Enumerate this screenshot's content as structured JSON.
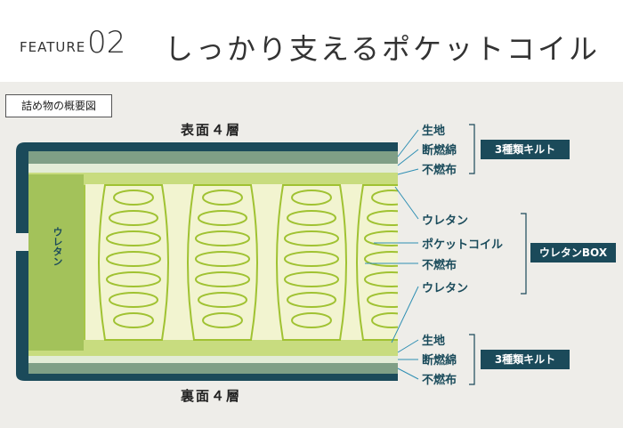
{
  "header": {
    "feature_label": "FEATURE",
    "feature_number": "02",
    "title": "しっかり支えるポケットコイル"
  },
  "diagram": {
    "legend_label": "詰め物の概要図",
    "top_layers_title": "表面４層",
    "bottom_layers_title": "裏面４層",
    "side_label": "ウレタン",
    "top_labels": [
      "生地",
      "断燃綿",
      "不燃布"
    ],
    "top_badge": "3種類キルト",
    "mid_labels": [
      "ウレタン",
      "ポケットコイル",
      "不燃布",
      "ウレタン"
    ],
    "mid_badge": "ウレタンBOX",
    "bottom_labels": [
      "生地",
      "断燃綿",
      "不燃布"
    ],
    "bottom_badge": "3種類キルト",
    "colors": {
      "dark": "#1b4a5a",
      "green_mid": "#a3c25a",
      "green_light": "#c8dc7f",
      "inner": "#f2f4d0",
      "coil": "#a0c232",
      "accent_blue": "#2f8fb3"
    }
  }
}
